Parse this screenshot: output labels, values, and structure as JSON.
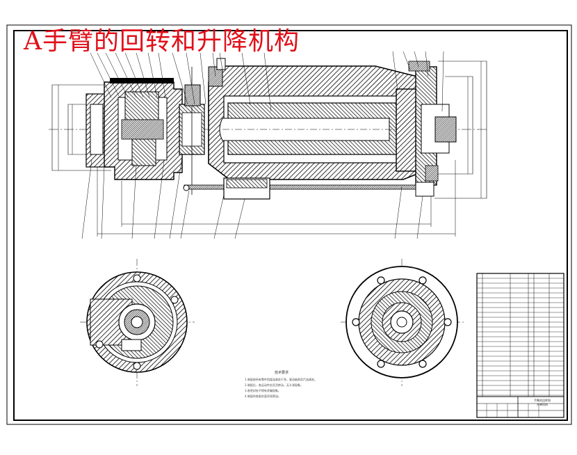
{
  "drawing_title": "A手臂的回转和升降机构",
  "notes": {
    "heading": "技术要求",
    "lines": [
      "1.装配前所有零件用煤油清洗干净，滚动轴承用汽油清洗。",
      "2.装配后，各运动件应灵活转动，无卡滞现象。",
      "3.各密封处不得有渗漏现象。",
      "4.装配时各配合面涂润滑油。"
    ]
  },
  "title_block": {
    "name_line1": "手臂的回转和",
    "name_line2": "升降机构"
  },
  "colors": {
    "title": "#e0101a",
    "line": "#000000"
  }
}
